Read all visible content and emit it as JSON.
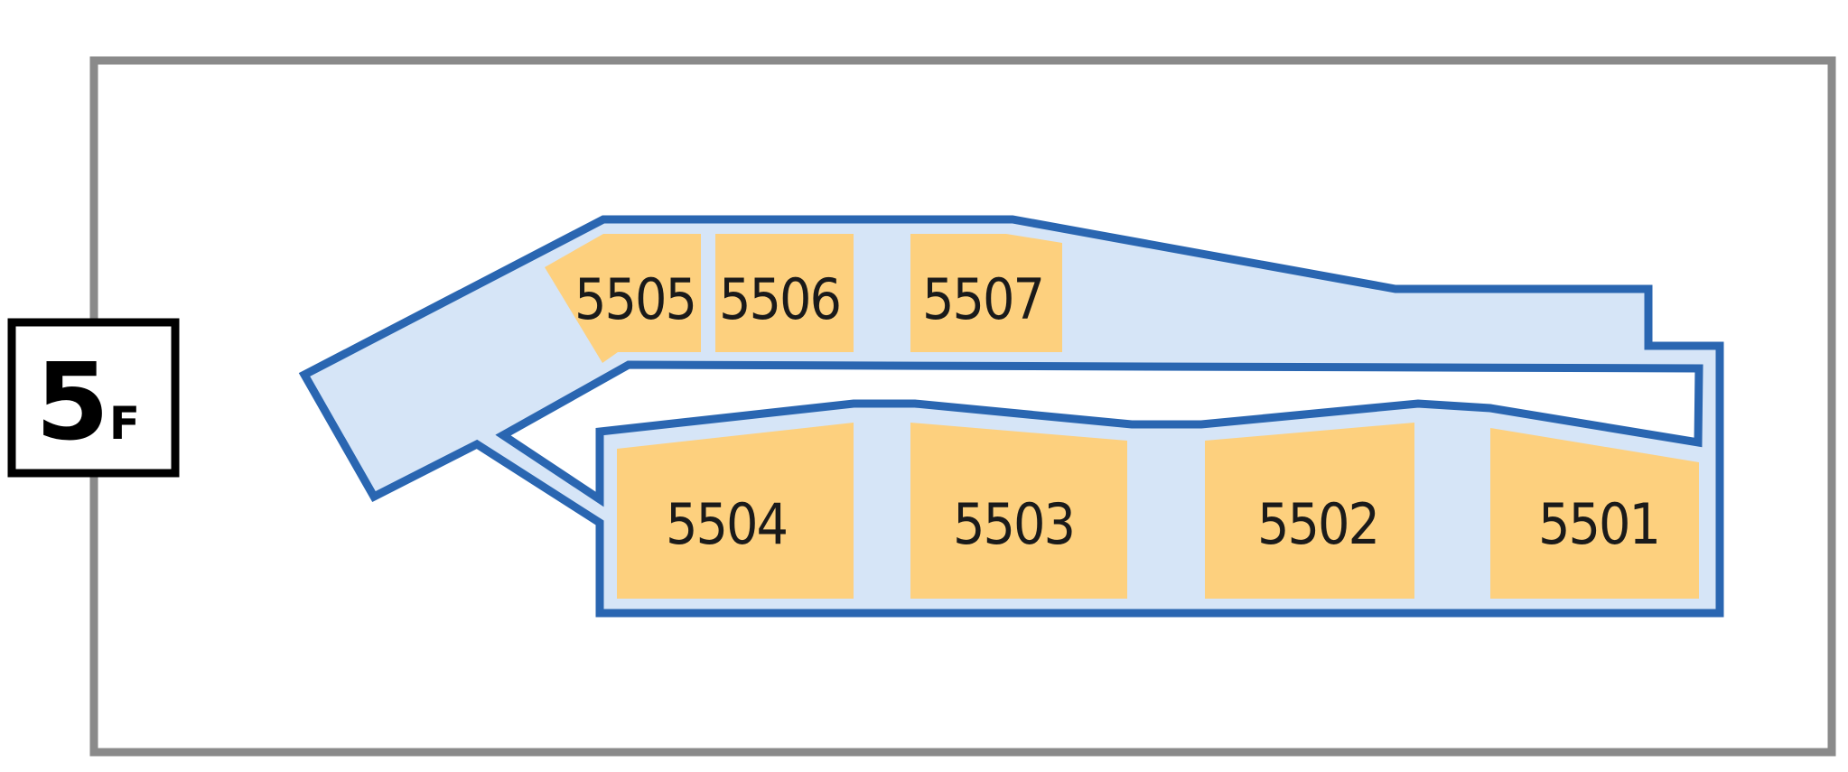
{
  "floor": {
    "number": "5",
    "suffix": "F"
  },
  "colors": {
    "building_outline": "#8a8a8a",
    "corridor_fill": "#d6e5f7",
    "corridor_stroke": "#2a66b1",
    "room_fill": "#fdd07e",
    "label_text": "#1a1a1a"
  },
  "rooms": {
    "r5501": "5501",
    "r5502": "5502",
    "r5503": "5503",
    "r5504": "5504",
    "r5505": "5505",
    "r5506": "5506",
    "r5507": "5507"
  }
}
